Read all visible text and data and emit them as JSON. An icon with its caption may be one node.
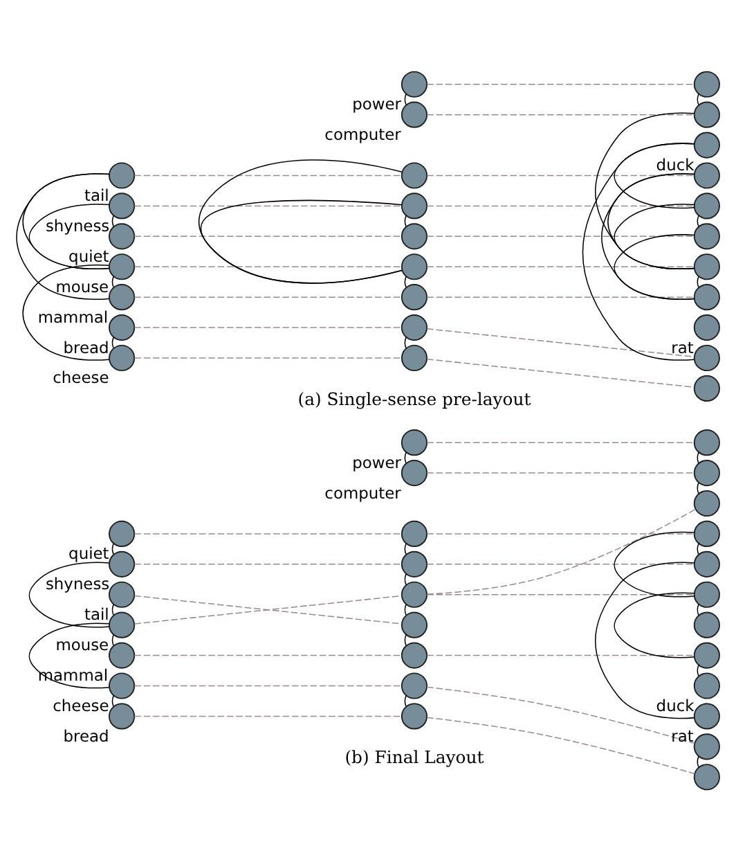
{
  "diagram": {
    "nodes": [
      {
        "text": [],
        "shape": "circle",
        "beside": [
          "tail"
        ]
      },
      {
        "text": [],
        "shape": "circle",
        "beside": [
          "shyness"
        ]
      },
      {
        "text": [],
        "shape": "circle",
        "beside": [
          "quiet"
        ]
      },
      {
        "text": [],
        "shape": "circle",
        "beside": [
          "mouse"
        ]
      },
      {
        "text": [],
        "shape": "circle",
        "beside": [
          "mammal"
        ]
      },
      {
        "text": [],
        "shape": "circle",
        "beside": [
          "bread"
        ]
      },
      {
        "text": [],
        "shape": "circle",
        "beside": [
          "cheese"
        ]
      },
      {
        "text": [],
        "shape": "circle",
        "beside": [
          "power"
        ]
      },
      {
        "text": [],
        "shape": "circle",
        "beside": [
          "computer"
        ]
      },
      {
        "text": [],
        "shape": "circle"
      },
      {
        "text": [],
        "shape": "circle"
      },
      {
        "text": [],
        "shape": "circle"
      },
      {
        "text": [],
        "shape": "circle"
      },
      {
        "text": [],
        "shape": "circle"
      },
      {
        "text": [],
        "shape": "circle"
      },
      {
        "text": [],
        "shape": "circle"
      },
      {
        "text": [],
        "shape": "circle"
      },
      {
        "text": [],
        "shape": "circle"
      },
      {
        "text": [],
        "shape": "circle",
        "beside": [
          "duck"
        ]
      },
      {
        "text": [],
        "shape": "circle"
      },
      {
        "text": [],
        "shape": "circle"
      },
      {
        "text": [],
        "shape": "circle"
      },
      {
        "text": [],
        "shape": "circle"
      },
      {
        "text": [],
        "shape": "circle"
      },
      {
        "text": [],
        "shape": "circle",
        "beside": [
          "rat"
        ]
      },
      {
        "text": [],
        "shape": "circle"
      },
      {
        "text": [],
        "shape": "circle"
      },
      {
        "text": [],
        "shape": "circle",
        "beside": [
          "quiet"
        ]
      },
      {
        "text": [],
        "shape": "circle",
        "beside": [
          "shyness"
        ]
      },
      {
        "text": [],
        "shape": "circle",
        "beside": [
          "tail"
        ]
      },
      {
        "text": [],
        "shape": "circle",
        "beside": [
          "mouse"
        ]
      },
      {
        "text": [],
        "shape": "circle",
        "beside": [
          "mammal"
        ]
      },
      {
        "text": [],
        "shape": "circle",
        "beside": [
          "cheese"
        ]
      },
      {
        "text": [],
        "shape": "circle",
        "beside": [
          "bread"
        ]
      },
      {
        "text": [],
        "shape": "circle",
        "beside": [
          "power"
        ]
      },
      {
        "text": [],
        "shape": "circle",
        "beside": [
          "computer"
        ]
      },
      {
        "text": [],
        "shape": "circle"
      },
      {
        "text": [],
        "shape": "circle"
      },
      {
        "text": [],
        "shape": "circle"
      },
      {
        "text": [],
        "shape": "circle"
      },
      {
        "text": [],
        "shape": "circle"
      },
      {
        "text": [],
        "shape": "circle"
      },
      {
        "text": [],
        "shape": "circle"
      },
      {
        "text": [],
        "shape": "circle"
      },
      {
        "text": [],
        "shape": "circle"
      },
      {
        "text": [],
        "shape": "circle"
      },
      {
        "text": [],
        "shape": "circle"
      },
      {
        "text": [],
        "shape": "circle"
      },
      {
        "text": [],
        "shape": "circle"
      },
      {
        "text": [],
        "shape": "circle"
      },
      {
        "text": [],
        "shape": "circle"
      },
      {
        "text": [],
        "shape": "circle",
        "beside": [
          "duck"
        ]
      },
      {
        "text": [],
        "shape": "circle",
        "beside": [
          "rat"
        ]
      },
      {
        "text": [],
        "shape": "circle"
      },
      {
        "text": [],
        "shape": "circle"
      }
    ],
    "edges": [
      {
        "from": 0,
        "to": 9,
        "arrow": "none",
        "style": "dashed",
        "color": "#9a8a8a"
      },
      {
        "from": 1,
        "to": 10,
        "arrow": "none",
        "style": "dashed",
        "color": "#9a8a8a"
      },
      {
        "from": 2,
        "to": 11,
        "arrow": "none",
        "style": "dashed",
        "color": "#9a8a8a"
      },
      {
        "from": 3,
        "to": 12,
        "arrow": "none",
        "style": "dashed",
        "color": "#9a8a8a"
      },
      {
        "from": 4,
        "to": 13,
        "arrow": "none",
        "style": "dashed",
        "color": "#9a8a8a"
      },
      {
        "from": 5,
        "to": 14,
        "arrow": "none",
        "style": "dashed",
        "color": "#9a8a8a"
      },
      {
        "from": 6,
        "to": 15,
        "arrow": "none",
        "style": "dashed",
        "color": "#9a8a8a"
      },
      {
        "from": 7,
        "to": 16,
        "arrow": "none",
        "style": "dashed",
        "color": "#9a8a8a"
      },
      {
        "from": 8,
        "to": 17,
        "arrow": "none",
        "style": "dashed",
        "color": "#9a8a8a"
      },
      {
        "from": 9,
        "to": 19,
        "arrow": "none",
        "style": "dashed",
        "color": "#9a8a8a"
      },
      {
        "from": 10,
        "to": 20,
        "arrow": "none",
        "style": "dashed",
        "color": "#9a8a8a"
      },
      {
        "from": 11,
        "to": 21,
        "arrow": "none",
        "style": "dashed",
        "color": "#9a8a8a"
      },
      {
        "from": 12,
        "to": 22,
        "arrow": "none",
        "style": "dashed",
        "color": "#9a8a8a"
      },
      {
        "from": 13,
        "to": 23,
        "arrow": "none",
        "style": "dashed",
        "color": "#9a8a8a"
      },
      {
        "from": 14,
        "to": 25,
        "arrow": "none",
        "style": "dashed",
        "color": "#9a8a8a"
      },
      {
        "from": 15,
        "to": 26,
        "arrow": "none",
        "style": "dashed",
        "color": "#9a8a8a"
      },
      {
        "from": 0,
        "to": 3,
        "arrow": "none"
      },
      {
        "from": 0,
        "to": 4,
        "arrow": "none"
      },
      {
        "from": 1,
        "to": 2,
        "arrow": "none"
      },
      {
        "from": 1,
        "to": 3,
        "arrow": "none"
      },
      {
        "from": 3,
        "to": 4,
        "arrow": "none"
      },
      {
        "from": 3,
        "to": 6,
        "arrow": "none"
      },
      {
        "from": 5,
        "to": 6,
        "arrow": "none"
      },
      {
        "from": 7,
        "to": 8,
        "arrow": "none"
      },
      {
        "from": 9,
        "to": 12,
        "arrow": "none"
      },
      {
        "from": 10,
        "to": 11,
        "arrow": "none"
      },
      {
        "from": 10,
        "to": 12,
        "arrow": "none"
      },
      {
        "from": 12,
        "to": 13,
        "arrow": "none"
      },
      {
        "from": 14,
        "to": 15,
        "arrow": "none"
      },
      {
        "from": 16,
        "to": 17,
        "arrow": "none"
      },
      {
        "from": 17,
        "to": 22,
        "arrow": "none"
      },
      {
        "from": 18,
        "to": 25,
        "arrow": "none"
      },
      {
        "from": 18,
        "to": 20,
        "arrow": "none"
      },
      {
        "from": 19,
        "to": 22,
        "arrow": "none"
      },
      {
        "from": 19,
        "to": 23,
        "arrow": "none"
      },
      {
        "from": 20,
        "to": 21,
        "arrow": "none"
      },
      {
        "from": 20,
        "to": 22,
        "arrow": "none"
      },
      {
        "from": 21,
        "to": 23,
        "arrow": "none"
      },
      {
        "from": 22,
        "to": 23,
        "arrow": "none"
      },
      {
        "from": 34,
        "to": 43,
        "arrow": "none",
        "style": "dashed",
        "color": "#9a8a8a"
      },
      {
        "from": 35,
        "to": 44,
        "arrow": "none",
        "style": "dashed",
        "color": "#9a8a8a"
      },
      {
        "from": 27,
        "to": 36,
        "arrow": "none",
        "style": "dashed",
        "color": "#9a8a8a"
      },
      {
        "from": 28,
        "to": 37,
        "arrow": "none",
        "style": "dashed",
        "color": "#9a8a8a"
      },
      {
        "from": 29,
        "to": 39,
        "arrow": "none",
        "style": "dashed",
        "color": "#9a8a8a"
      },
      {
        "from": 30,
        "to": 38,
        "arrow": "none",
        "style": "dashed",
        "color": "#9a8a8a"
      },
      {
        "from": 31,
        "to": 40,
        "arrow": "none",
        "style": "dashed",
        "color": "#9a8a8a"
      },
      {
        "from": 32,
        "to": 41,
        "arrow": "none",
        "style": "dashed",
        "color": "#9a8a8a"
      },
      {
        "from": 33,
        "to": 42,
        "arrow": "none",
        "style": "dashed",
        "color": "#9a8a8a"
      },
      {
        "from": 36,
        "to": 46,
        "arrow": "none",
        "style": "dashed",
        "color": "#9a8a8a"
      },
      {
        "from": 37,
        "to": 47,
        "arrow": "none",
        "style": "dashed",
        "color": "#9a8a8a"
      },
      {
        "from": 38,
        "to": 45,
        "arrow": "none",
        "style": "dashed",
        "color": "#9a8a8a"
      },
      {
        "from": 38,
        "to": 48,
        "arrow": "none",
        "style": "dashed",
        "color": "#9a8a8a"
      },
      {
        "from": 40,
        "to": 50,
        "arrow": "none",
        "style": "dashed",
        "color": "#9a8a8a"
      },
      {
        "from": 41,
        "to": 53,
        "arrow": "none",
        "style": "dashed",
        "color": "#9a8a8a"
      },
      {
        "from": 42,
        "to": 54,
        "arrow": "none",
        "style": "dashed",
        "color": "#9a8a8a"
      },
      {
        "from": 27,
        "to": 28,
        "arrow": "none"
      },
      {
        "from": 28,
        "to": 30,
        "arrow": "none"
      },
      {
        "from": 29,
        "to": 30,
        "arrow": "none"
      },
      {
        "from": 30,
        "to": 31,
        "arrow": "none"
      },
      {
        "from": 30,
        "to": 32,
        "arrow": "none"
      },
      {
        "from": 32,
        "to": 33,
        "arrow": "none"
      },
      {
        "from": 34,
        "to": 35,
        "arrow": "none"
      },
      {
        "from": 36,
        "to": 37,
        "arrow": "none"
      },
      {
        "from": 37,
        "to": 38,
        "arrow": "none"
      },
      {
        "from": 38,
        "to": 39,
        "arrow": "none"
      },
      {
        "from": 39,
        "to": 40,
        "arrow": "none"
      },
      {
        "from": 41,
        "to": 42,
        "arrow": "none"
      },
      {
        "from": 43,
        "to": 44,
        "arrow": "none"
      },
      {
        "from": 44,
        "to": 45,
        "arrow": "none"
      },
      {
        "from": 46,
        "to": 47,
        "arrow": "none"
      },
      {
        "from": 46,
        "to": 48,
        "arrow": "none"
      },
      {
        "from": 47,
        "to": 52,
        "arrow": "none"
      },
      {
        "from": 48,
        "to": 49,
        "arrow": "none"
      },
      {
        "from": 48,
        "to": 50,
        "arrow": "none"
      },
      {
        "from": 50,
        "to": 51,
        "arrow": "none"
      },
      {
        "from": 53,
        "to": 54,
        "arrow": "none"
      }
    ],
    "labels": [
      "(a) Single-sense pre-layout",
      "(b) Final Layout"
    ]
  }
}
